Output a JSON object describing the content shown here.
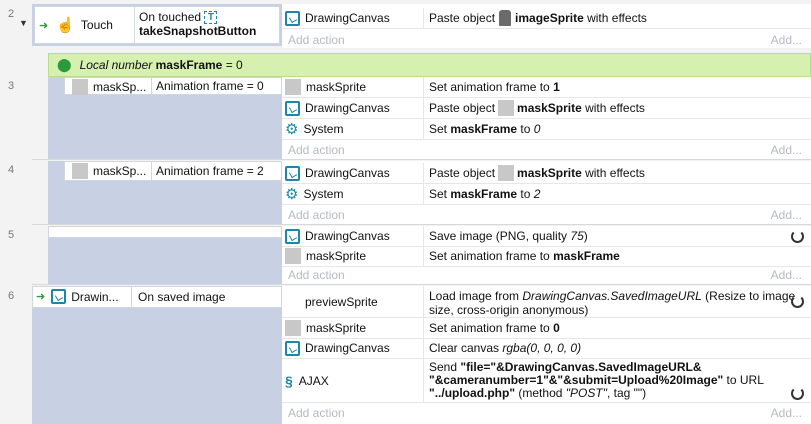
{
  "rows": [
    {
      "num": "2"
    },
    {
      "num": "3"
    },
    {
      "num": "4"
    },
    {
      "num": "5"
    },
    {
      "num": "6"
    }
  ],
  "event2": {
    "trigger_label": "Touch",
    "condition_line1": "On touched",
    "condition_line2": "takeSnapshotButton",
    "action_object": "DrawingCanvas",
    "action_text_prefix": "Paste object",
    "action_text_bold": "imageSprite",
    "action_text_suffix": "with effects",
    "add_action": "Add action",
    "add_more": "Add..."
  },
  "local_var": {
    "label": "Local number",
    "name": "maskFrame",
    "value": "= 0"
  },
  "event3": {
    "cond_object": "maskSp...",
    "cond_text": "Animation frame = 0",
    "actions": [
      {
        "object": "maskSprite",
        "prefix": "Set animation frame to",
        "bold": "1"
      },
      {
        "object": "DrawingCanvas",
        "prefix": "Paste object",
        "bold": "maskSprite",
        "suffix": "with effects"
      },
      {
        "object": "System",
        "prefix": "Set",
        "bold": "maskFrame",
        "mid": "to",
        "italic": "0"
      }
    ],
    "add_action": "Add action",
    "add_more": "Add..."
  },
  "event4": {
    "cond_object": "maskSp...",
    "cond_text": "Animation frame = 2",
    "actions": [
      {
        "object": "DrawingCanvas",
        "prefix": "Paste object",
        "bold": "maskSprite",
        "suffix": "with effects"
      },
      {
        "object": "System",
        "prefix": "Set",
        "bold": "maskFrame",
        "mid": "to",
        "italic": "2"
      }
    ],
    "add_action": "Add action",
    "add_more": "Add..."
  },
  "event5": {
    "actions": [
      {
        "object": "DrawingCanvas",
        "prefix": "Save image (PNG, quality",
        "italic": "75",
        "suffix": ")"
      },
      {
        "object": "maskSprite",
        "prefix": "Set animation frame to",
        "bold": "maskFrame"
      }
    ],
    "add_action": "Add action",
    "add_more": "Add..."
  },
  "event6": {
    "cond_object": "Drawin...",
    "cond_text": "On saved image",
    "actions": [
      {
        "object": "previewSprite",
        "line1_prefix": "Load image from",
        "line1_italic": "DrawingCanvas.SavedImageURL",
        "line1_suffix": "(Resize to image",
        "line2": "size, cross-origin anonymous)"
      },
      {
        "object": "maskSprite",
        "prefix": "Set animation frame to",
        "bold": "0"
      },
      {
        "object": "DrawingCanvas",
        "prefix": "Clear canvas",
        "italic": "rgba(0, 0, 0, 0)"
      },
      {
        "object": "AJAX",
        "line1_prefix": "Send",
        "line1_bold": "\"file=\"&DrawingCanvas.SavedImageURL&",
        "line2_bold": "\"&cameranumber=1\"&\"&submit=Upload%20Image\"",
        "line2_suffix": "to URL",
        "line3_bold": "\"../upload.php\"",
        "line3_mid": "(method",
        "line3_italic": "\"POST\"",
        "line3_suffix": ", tag \"\")"
      }
    ],
    "add_action": "Add action",
    "add_more": "Add..."
  },
  "colors": {
    "condition_bg": "#c7d1e3",
    "local_var_bg": "#d6f0b0",
    "accent": "#1e86a8",
    "trigger_green": "#2a9a3a"
  }
}
